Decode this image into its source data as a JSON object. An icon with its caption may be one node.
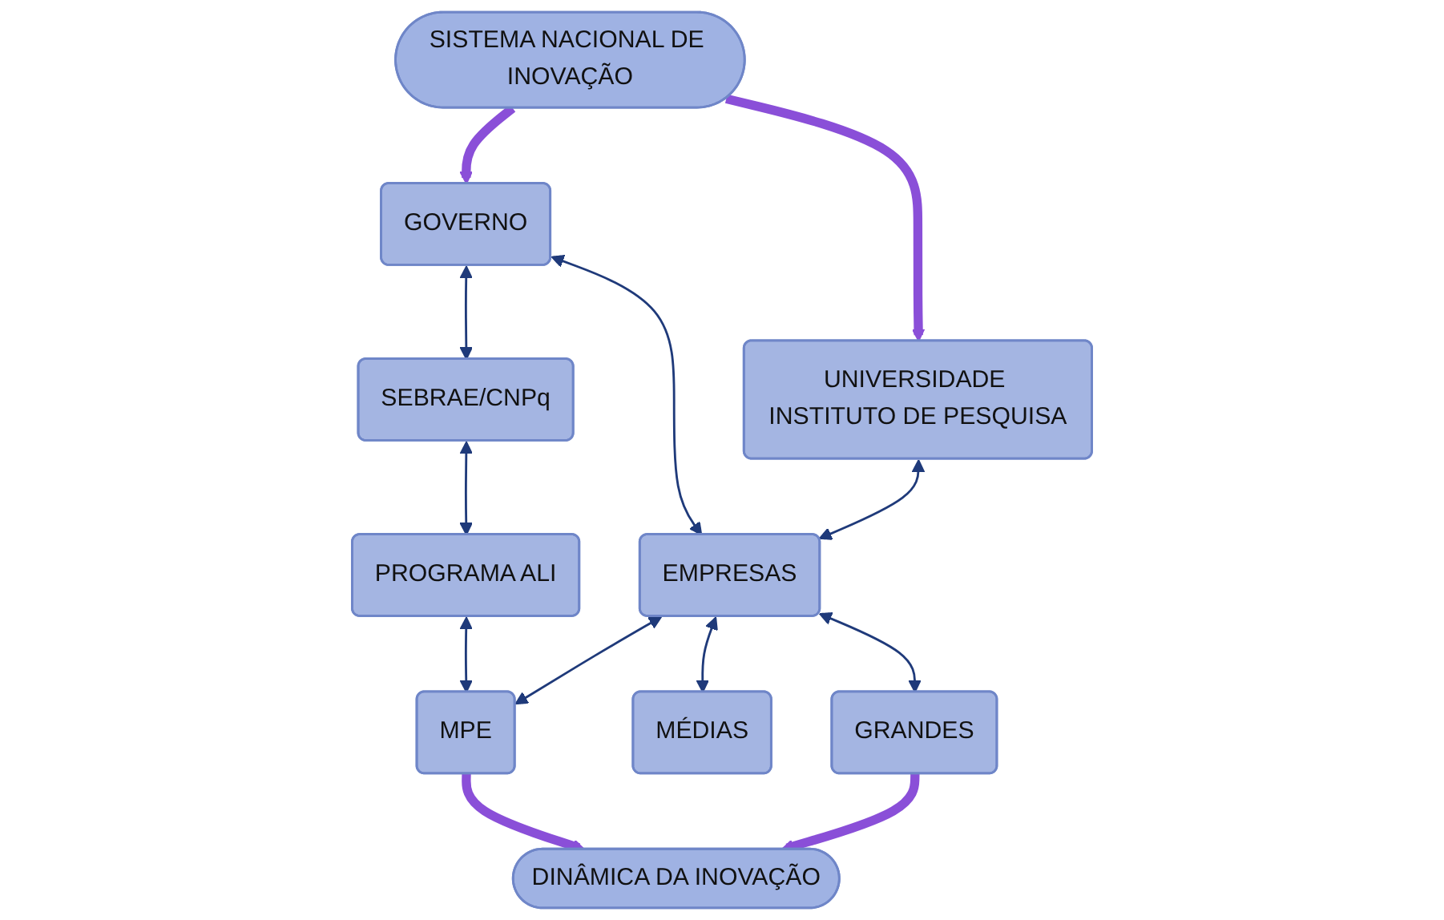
{
  "diagram": {
    "nodes": [
      {
        "text": [
          "SISTEMA NACIONAL DE INOVAÇÃO"
        ]
      },
      {
        "text": [
          "GOVERNO"
        ]
      },
      {
        "text": [
          "UNIVERSIDADE INSTITUTO DE PESQUISA"
        ]
      },
      {
        "text": [
          "EMPRESAS"
        ]
      },
      {
        "text": [
          "SEBRAE/CNPq"
        ]
      },
      {
        "text": [
          "PROGRAMA ALI"
        ]
      },
      {
        "text": [
          "MPE"
        ]
      },
      {
        "text": [
          "MÉDIAS"
        ]
      },
      {
        "text": [
          "GRANDES"
        ]
      },
      {
        "text": [
          "DINÂMICA DA INOVAÇÃO"
        ]
      }
    ],
    "edges": [
      {
        "from": 0,
        "to": 1,
        "arrow": "to",
        "style": "thick",
        "color": "#8a4fd8"
      },
      {
        "from": 0,
        "to": 2,
        "arrow": "to",
        "style": "thick",
        "color": "#8a4fd8"
      },
      {
        "from": 1,
        "to": 3,
        "arrow": "both"
      },
      {
        "from": 2,
        "to": 3,
        "arrow": "both"
      },
      {
        "from": 1,
        "to": 4,
        "arrow": "both"
      },
      {
        "from": 4,
        "to": 5,
        "arrow": "both"
      },
      {
        "from": 5,
        "to": 6,
        "arrow": "both"
      },
      {
        "from": 3,
        "to": 6,
        "arrow": "both"
      },
      {
        "from": 3,
        "to": 7,
        "arrow": "both"
      },
      {
        "from": 3,
        "to": 8,
        "arrow": "both"
      },
      {
        "from": 6,
        "to": 9,
        "arrow": "to",
        "style": "thick",
        "color": "#8a4fd8"
      },
      {
        "from": 8,
        "to": 9,
        "arrow": "to",
        "style": "thick",
        "color": "#8a4fd8"
      }
    ]
  }
}
